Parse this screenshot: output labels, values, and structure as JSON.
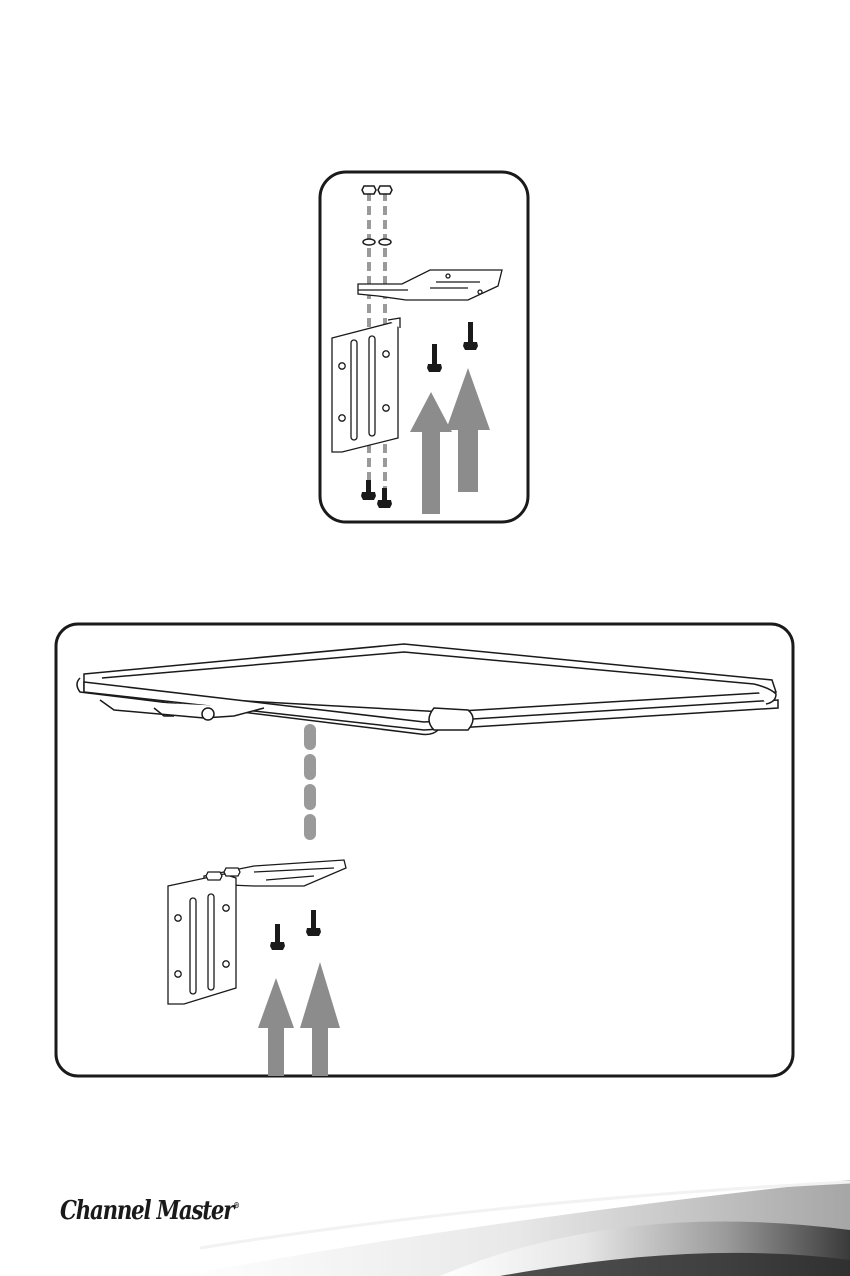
{
  "brand": {
    "name": "Channel Master",
    "trademark": "®"
  },
  "figures": [
    {
      "icon": "exploded-bracket-assembly-diagram"
    },
    {
      "icon": "antenna-bracket-mounting-diagram"
    }
  ],
  "colors": {
    "line": "#1a1a1a",
    "arrow": "#8c8c8c",
    "dash": "#9a9a9a",
    "swoosh_dark": "#3a3a3a",
    "swoosh_light": "#d9d9d9"
  }
}
